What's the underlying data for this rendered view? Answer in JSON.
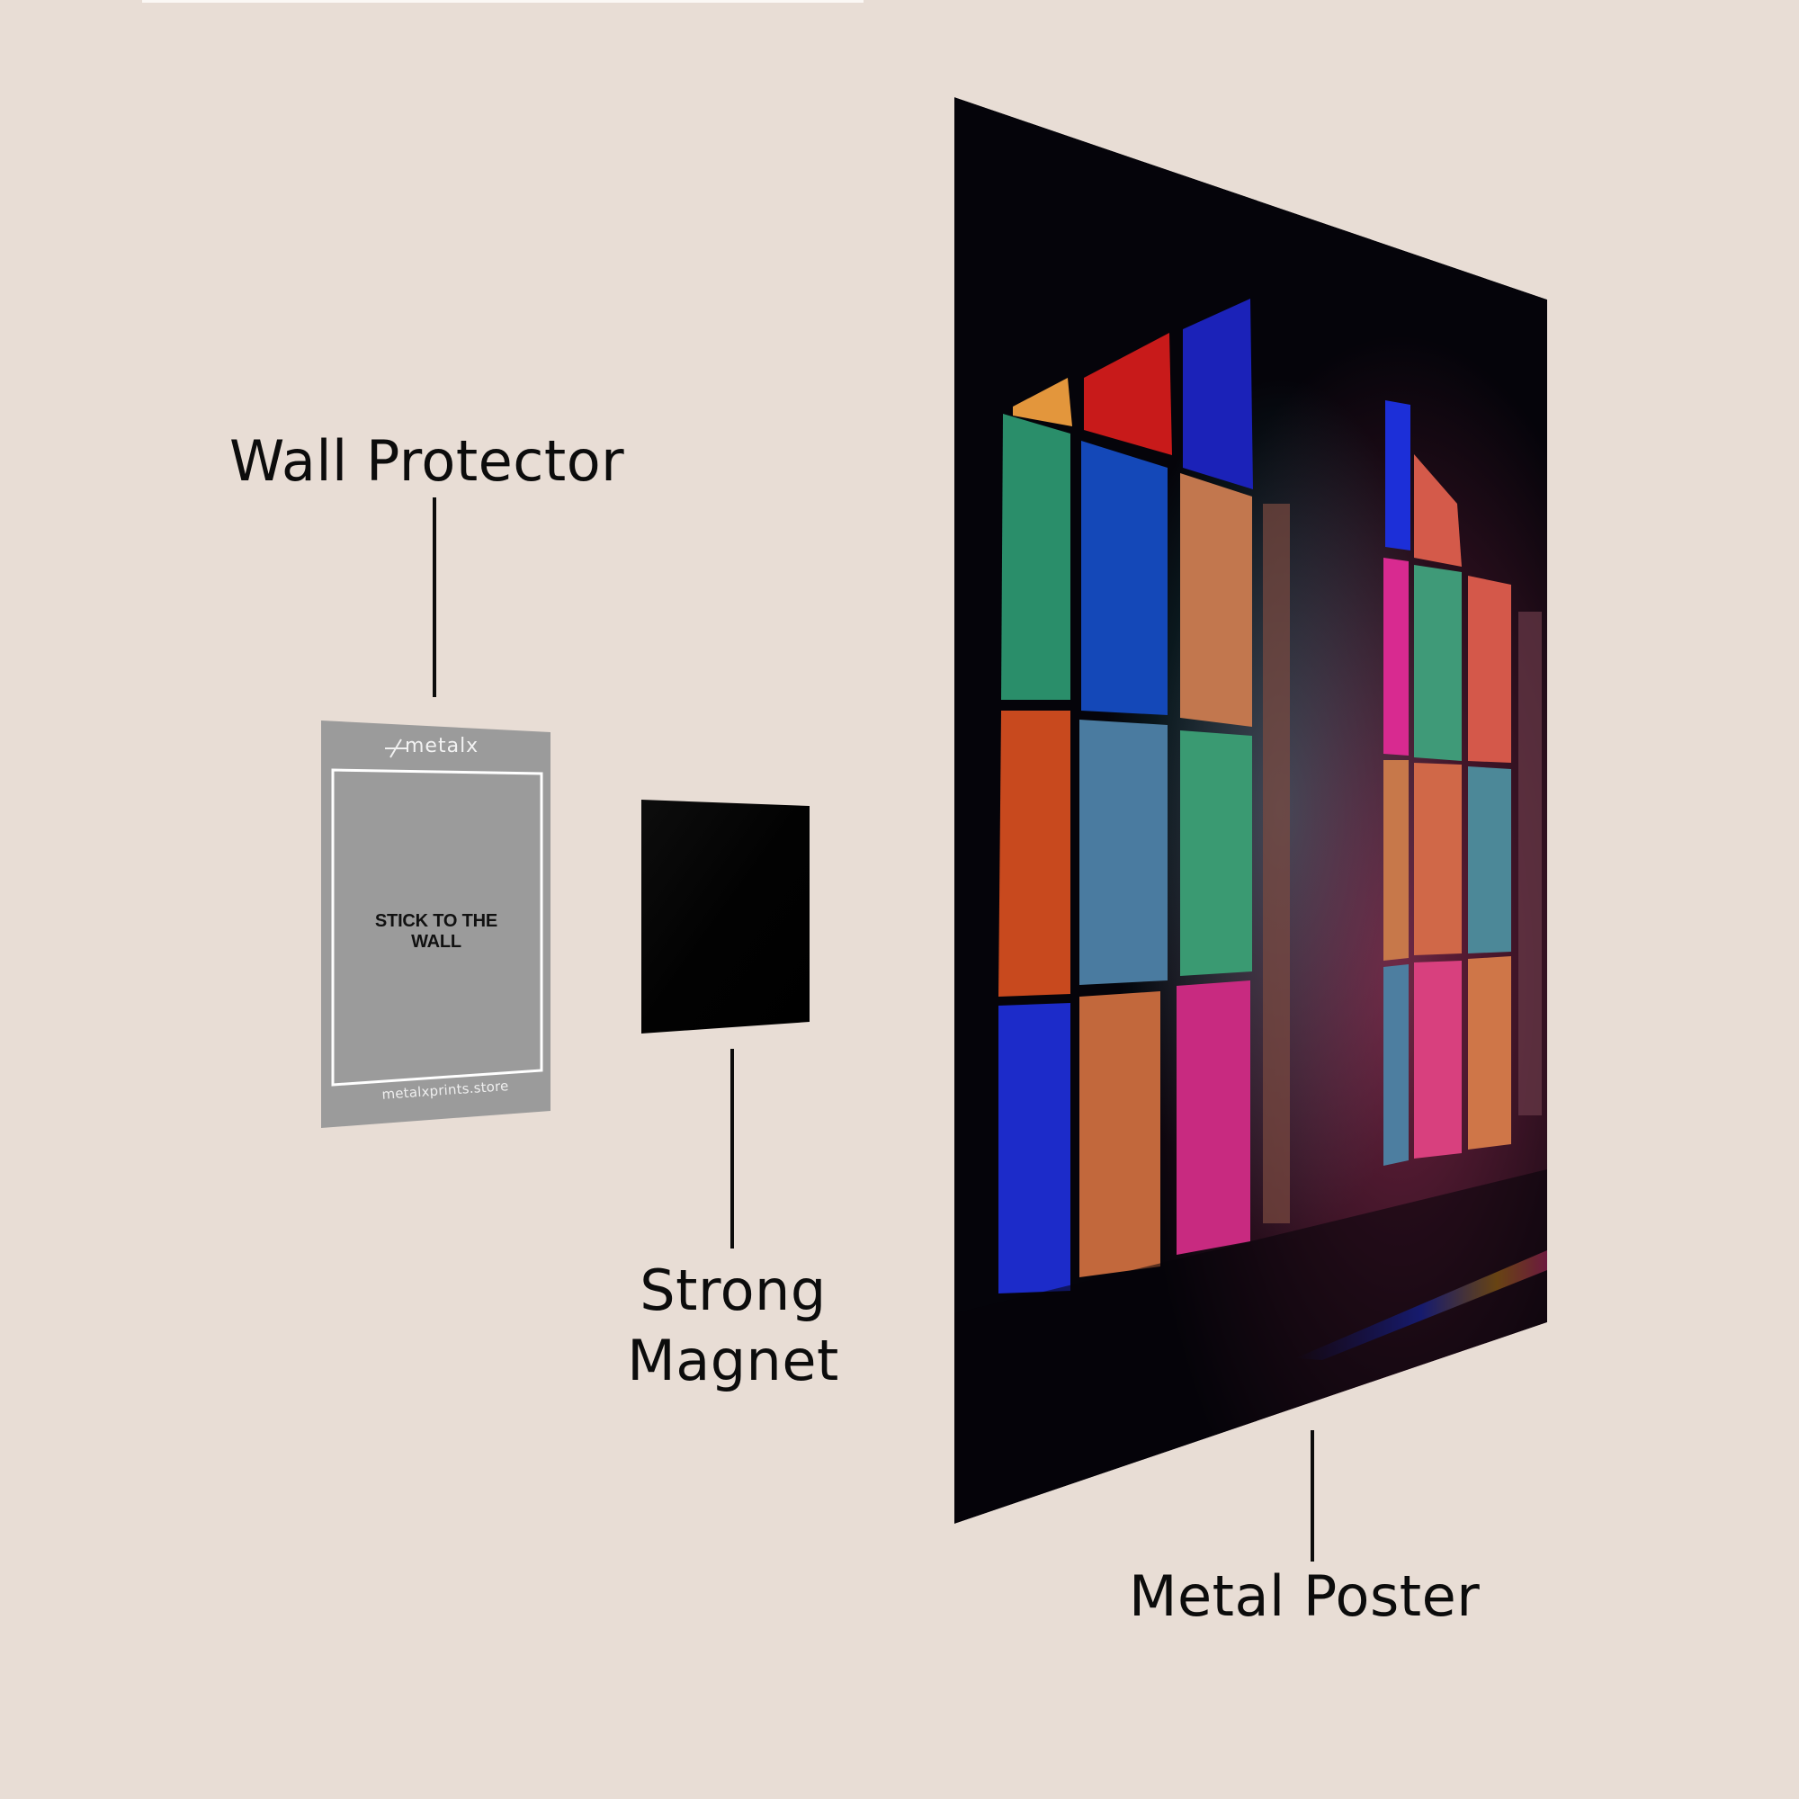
{
  "labels": {
    "wall_protector": "Wall Protector",
    "magnet_line1": "Strong",
    "magnet_line2": "Magnet",
    "metal_poster": "Metal Poster"
  },
  "wall_protector": {
    "brand": "metalx",
    "brand_icon": "metalx-logo-icon",
    "instruction": "STICK TO THE WALL",
    "website": "metalxprints.store",
    "color": "#9b9b9b"
  },
  "magnet": {
    "color": "#050505"
  },
  "poster": {
    "artwork": "stained-glass windows casting colored light in a dark room",
    "frame_color": "#05040a"
  },
  "colors": {
    "background": "#e8ddd5",
    "text": "#0c0c0c"
  }
}
